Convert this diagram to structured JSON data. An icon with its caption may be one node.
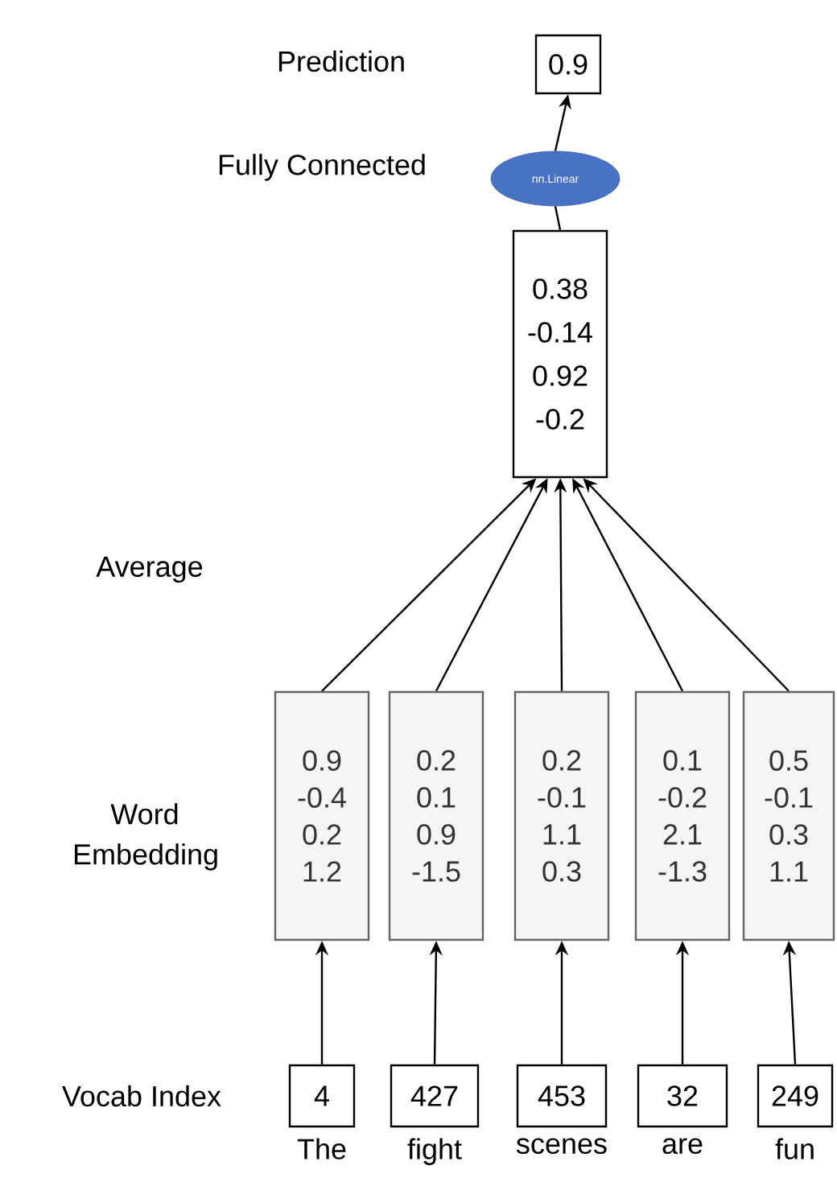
{
  "diagram": {
    "nodes": [
      {
        "text": [
          "0.9"
        ]
      },
      {
        "text": [
          "nn.Linear"
        ]
      },
      {
        "text": [
          "0.38",
          "-0.14",
          "0.92",
          "-0.2"
        ]
      },
      {
        "text": [
          "0.9",
          "-0.4",
          "0.2",
          "1.2"
        ]
      },
      {
        "text": [
          "0.2",
          "0.1",
          "0.9",
          "-1.5"
        ]
      },
      {
        "text": [
          "0.2",
          "-0.1",
          "1.1",
          "0.3"
        ]
      },
      {
        "text": [
          "0.1",
          "-0.2",
          "2.1",
          "-1.3"
        ]
      },
      {
        "text": [
          "0.5",
          "-0.1",
          "0.3",
          "1.1"
        ]
      },
      {
        "text": [
          "4"
        ],
        "beside": [
          "The"
        ]
      },
      {
        "text": [
          "427"
        ],
        "beside": [
          "fight"
        ]
      },
      {
        "text": [
          "453"
        ],
        "beside": [
          "scenes"
        ]
      },
      {
        "text": [
          "32"
        ],
        "beside": [
          "are"
        ]
      },
      {
        "text": [
          "249"
        ],
        "beside": [
          "fun"
        ]
      }
    ],
    "edges": [
      {
        "from": 8,
        "to": 3,
        "arrow": "to"
      },
      {
        "from": 9,
        "to": 4,
        "arrow": "to"
      },
      {
        "from": 10,
        "to": 5,
        "arrow": "to"
      },
      {
        "from": 11,
        "to": 6,
        "arrow": "to"
      },
      {
        "from": 12,
        "to": 7,
        "arrow": "to"
      },
      {
        "from": 3,
        "to": 2,
        "arrow": "to"
      },
      {
        "from": 4,
        "to": 2,
        "arrow": "to"
      },
      {
        "from": 5,
        "to": 2,
        "arrow": "to"
      },
      {
        "from": 6,
        "to": 2,
        "arrow": "to"
      },
      {
        "from": 7,
        "to": 2,
        "arrow": "to"
      },
      {
        "from": 2,
        "to": 1,
        "arrow": "none"
      },
      {
        "from": 1,
        "to": 0,
        "arrow": "to"
      }
    ],
    "labels": [
      "Prediction",
      "Fully Connected",
      "Average",
      "Word Embedding",
      "Vocab Index"
    ]
  }
}
